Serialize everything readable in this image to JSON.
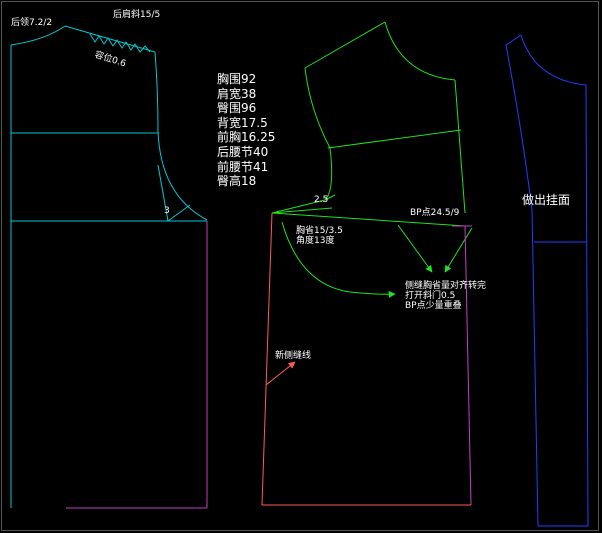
{
  "colors": {
    "background": "#000000",
    "back_piece": "#00c8d2",
    "front_upper": "#20e020",
    "side_seam": "#c040c0",
    "skirt": "#ff5a5a",
    "hanging_piece": "#2040ff",
    "text": "#ffffff"
  },
  "labels": {
    "back_neck": "后领7.2/2",
    "back_shoulder_slope": "后肩斜15/5",
    "ease": "容位0.6",
    "armhole_3": "3",
    "dart_2_5": "2.5",
    "bp_point": "BP点24.5/9",
    "bust_dart": "胸省15/3.5",
    "angle": "角度13度",
    "side_dart_line1": "侧缝胸省量对齐转完",
    "side_dart_line2": "打开斜门0.5",
    "side_dart_line3": "BP点少量重叠",
    "new_side_seam": "新侧缝线",
    "make_hanging": "做出挂面"
  },
  "measurements": [
    {
      "name": "胸围",
      "value": "92"
    },
    {
      "name": "肩宽",
      "value": "38"
    },
    {
      "name": "臀围",
      "value": "96"
    },
    {
      "name": "背宽",
      "value": "17.5"
    },
    {
      "name": "前胸",
      "value": "16.25"
    },
    {
      "name": "后腰节",
      "value": "40"
    },
    {
      "name": "前腰节",
      "value": "41"
    },
    {
      "name": "臀高",
      "value": "18"
    }
  ]
}
